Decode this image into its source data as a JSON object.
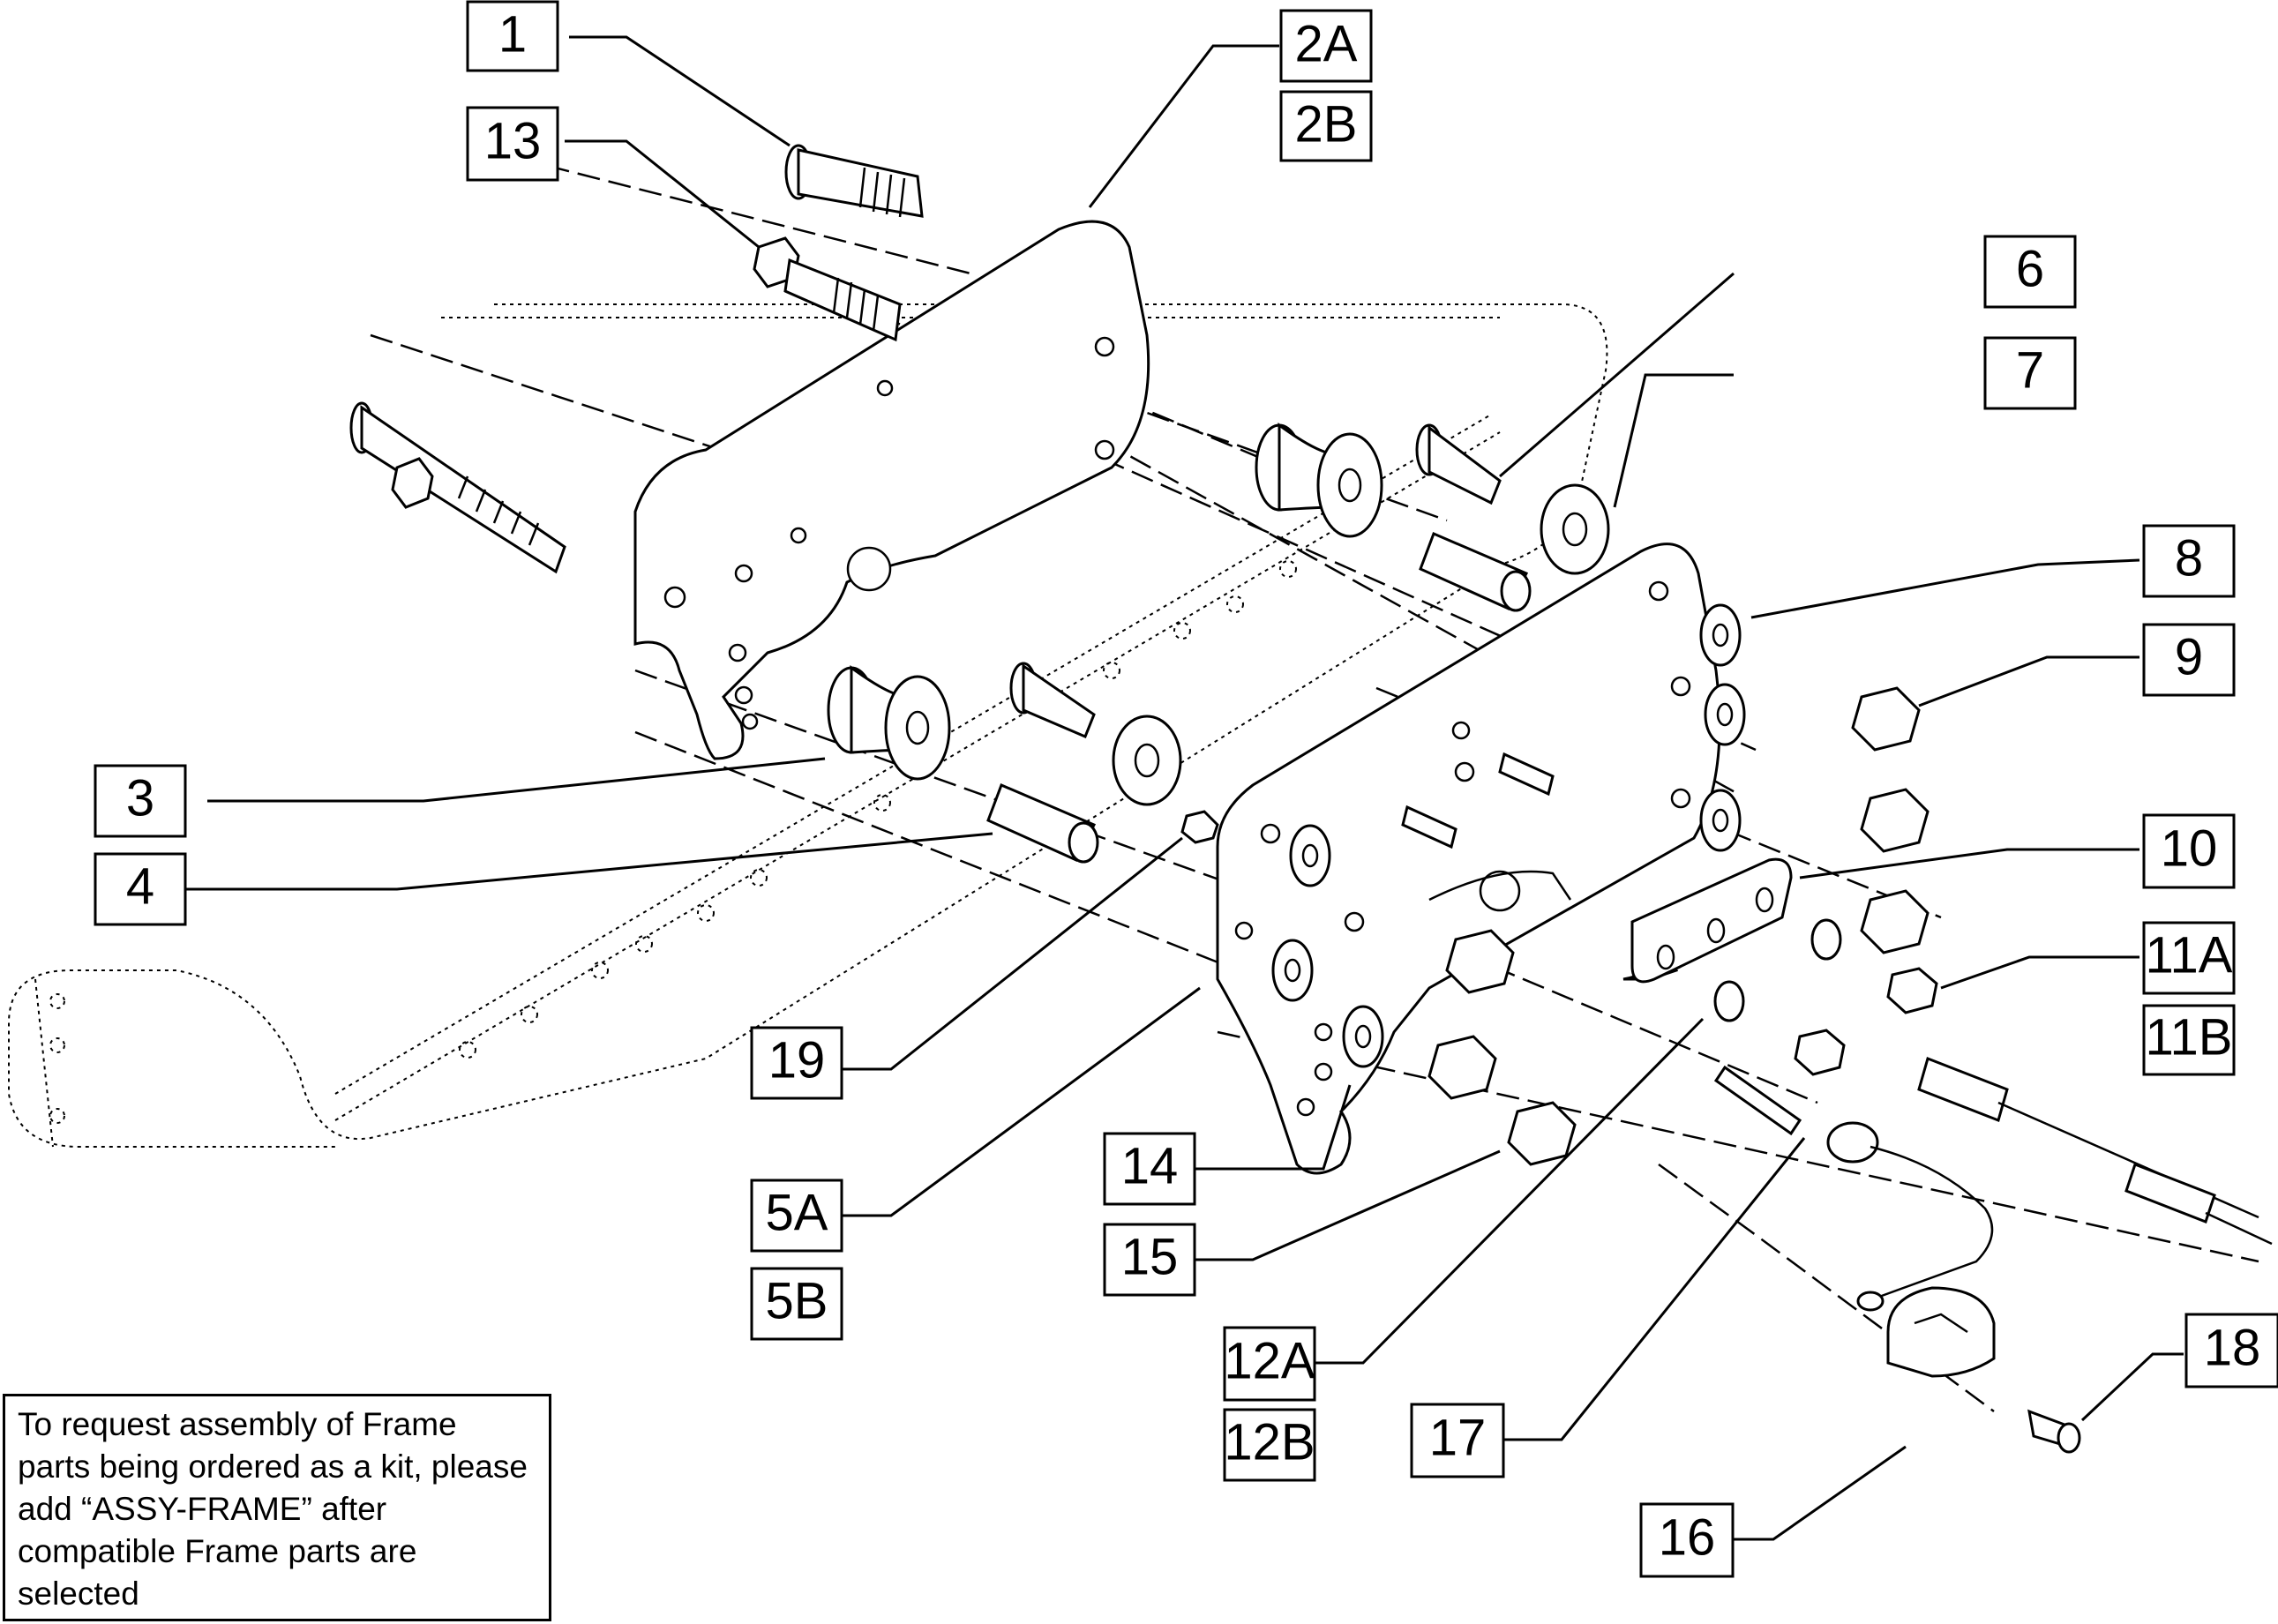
{
  "labels": {
    "l1": "1",
    "l2a": "2A",
    "l2b": "2B",
    "l3": "3",
    "l4": "4",
    "l5a": "5A",
    "l5b": "5B",
    "l6": "6",
    "l7": "7",
    "l8": "8",
    "l9": "9",
    "l10": "10",
    "l11a": "11A",
    "l11b": "11B",
    "l12a": "12A",
    "l12b": "12B",
    "l13": "13",
    "l14": "14",
    "l15": "15",
    "l16": "16",
    "l17": "17",
    "l18": "18",
    "l19": "19"
  },
  "note": "To request assembly of Frame parts being ordered as a kit, please add “ASSY-FRAME” after compatible Frame parts are selected",
  "colors": {
    "line": "#000000",
    "background": "#ffffff"
  }
}
